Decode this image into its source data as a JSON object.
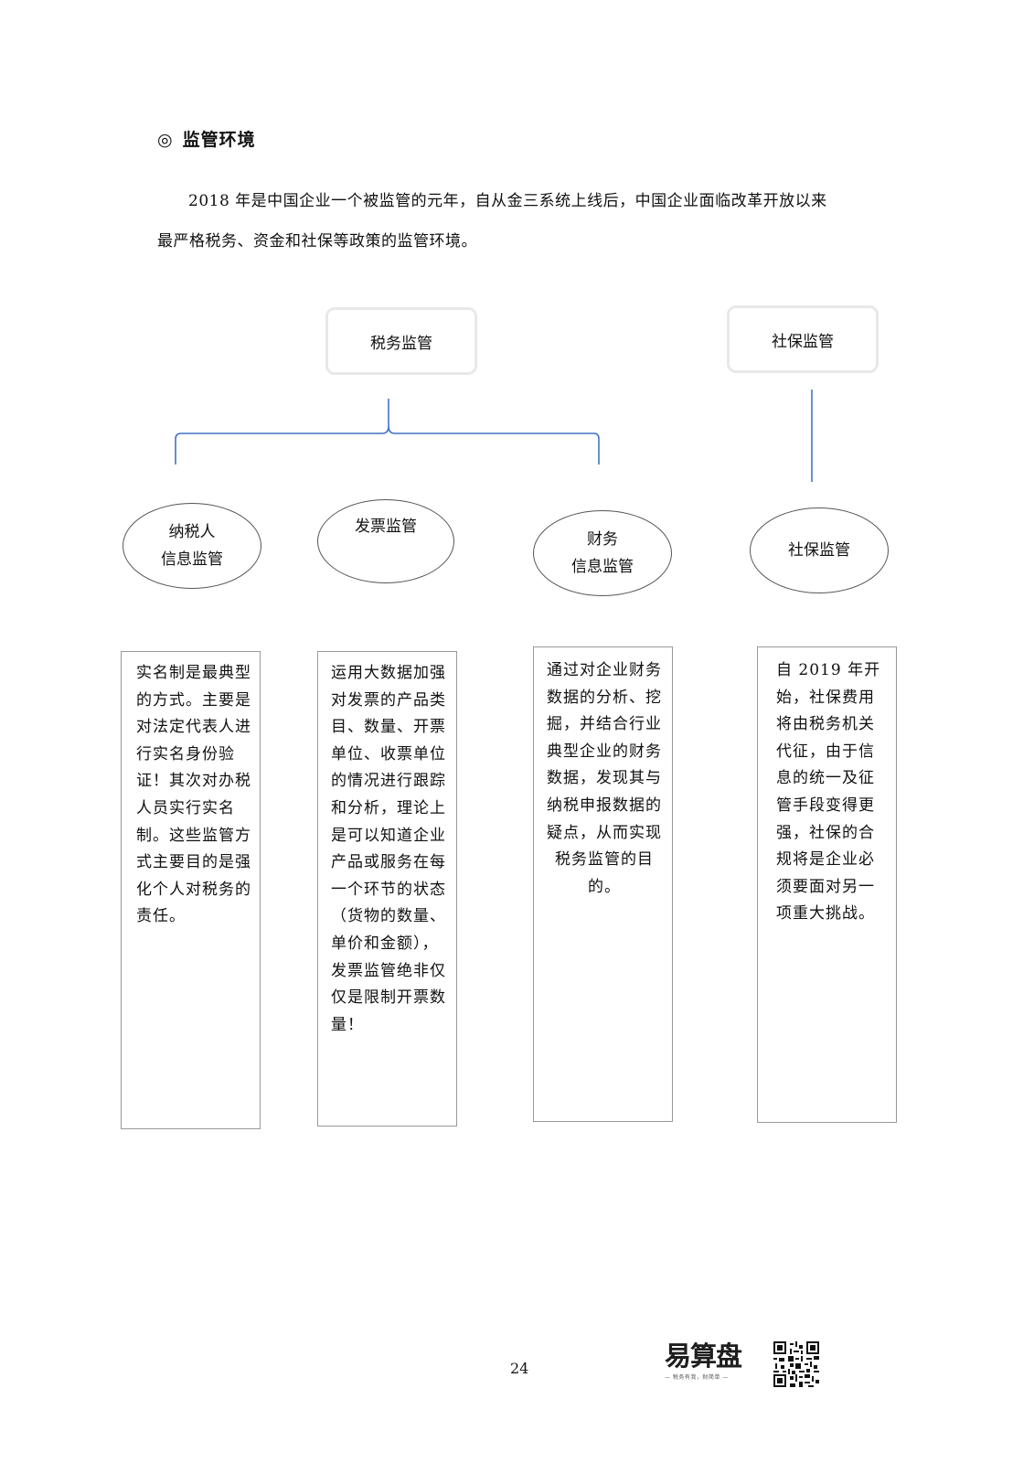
{
  "section": {
    "symbol": "◎",
    "title": "监管环境"
  },
  "intro": {
    "line1": "2018 年是中国企业一个被监管的元年，自从金三系统上线后，中国企业面临改革开放以来",
    "line2": "最严格税务、资金和社保等政策的监管环境。"
  },
  "diagram": {
    "tax_root": "税务监管",
    "social_root": "社保监管",
    "nodes": [
      {
        "line1": "纳税人",
        "line2": "信息监管"
      },
      {
        "line1": "发票监管",
        "line2": ""
      },
      {
        "line1": "财务",
        "line2": "信息监管"
      },
      {
        "line1": "社保监管",
        "line2": ""
      }
    ],
    "descriptions": [
      "实名制是最典型的方式。主要是对法定代表人进行实名身份验证！其次对办税人员实行实名制。这些监管方式主要目的是强化个人对税务的责任。",
      "运用大数据加强对发票的产品类目、数量、开票单位、收票单位的情况进行跟踪和分析，理论上是可以知道企业产品或服务在每一个环节的状态（货物的数量、单价和金额），发票监管绝非仅仅是限制开票数量！",
      "通过对企业财务数据的分析、挖掘，并结合行业典型企业的财务数据，发现其与纳税申报数据的疑点，从而实现税务监管的目的。",
      "自 2019 年开始，社保费用将由税务机关代征，由于信息的统一及征管手段变得更强，社保的合规将是企业必须要面对另一项重大挑战。"
    ],
    "line_color": "#4472c4"
  },
  "footer": {
    "page_number": "24",
    "brand": "易算盘",
    "slogan": "— 税务有我，财简单 —"
  }
}
